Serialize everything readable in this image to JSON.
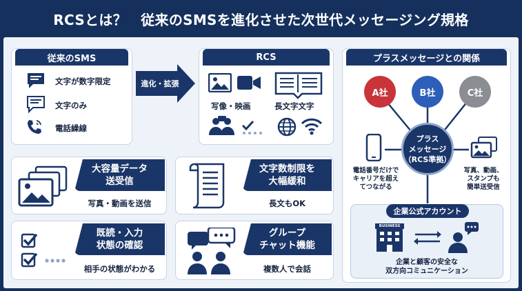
{
  "title": "RCSとは？　従来のSMSを進化させた次世代メッセージング規格",
  "sms": {
    "header": "従来のSMS",
    "items": [
      "文字が数字限定",
      "文字のみ",
      "電話繰線"
    ]
  },
  "arrow_label": "進化・拡張",
  "rcs": {
    "header": "RCS",
    "items": [
      "写像・映画",
      "長文字文字"
    ]
  },
  "features": [
    {
      "title_lines": [
        "大容量データ",
        "送受信"
      ],
      "sub": "写真・動画を送信"
    },
    {
      "title_lines": [
        "文字数制限を",
        "大幅緩和"
      ],
      "sub": "長文もOK"
    },
    {
      "title_lines": [
        "既読・入力",
        "状態の確認"
      ],
      "sub": "相手の状態がわかる"
    },
    {
      "title_lines": [
        "グループ",
        "チャット機能"
      ],
      "sub": "複数人で会話"
    }
  ],
  "relation": {
    "header": "プラスメッセージとの関係",
    "carriers": [
      "A社",
      "B社",
      "C社"
    ],
    "center_lines": [
      "プラス",
      "メッセージ",
      "（RCS準拠）"
    ],
    "left_note": [
      "電話番号だけで",
      "キャリアを超え",
      "てつながる"
    ],
    "right_note": [
      "写真、動画、",
      "スタンプも",
      "簡単送受信"
    ],
    "business_header": "企業公式アカウント",
    "building_label": "BUSINESS",
    "business_note": [
      "企業と顧客の安全な",
      "双方向コミュニケーション"
    ]
  },
  "colors": {
    "navy": "#1a3568",
    "carrier_a": "#c8343a",
    "carrier_b": "#2d5fb8",
    "carrier_c": "#8a8d92"
  }
}
